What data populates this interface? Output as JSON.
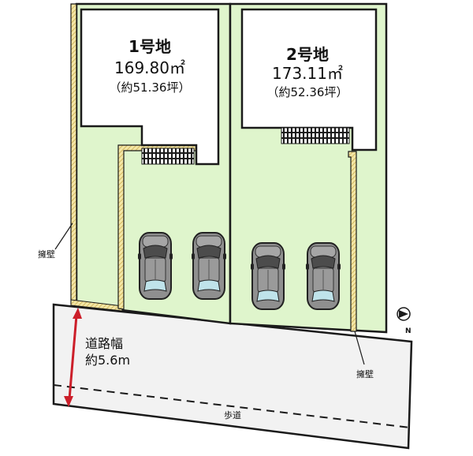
{
  "lots": [
    {
      "name": "1号地",
      "area": "169.80㎡",
      "tsubo": "（約51.36坪）"
    },
    {
      "name": "2号地",
      "area": "173.11㎡",
      "tsubo": "（約52.36坪）"
    }
  ],
  "labels": {
    "retaining_wall_left": "擁壁",
    "retaining_wall_right": "擁壁",
    "road_width_title": "道路幅",
    "road_width_value": "約5.6m",
    "sidewalk": "歩道",
    "north": "N"
  },
  "colors": {
    "lot_fill": "#e4f7d4",
    "lot_green": "#dff5cc",
    "road": "#f2f2f2",
    "wall_hatch": "#e8d890",
    "arrow": "#cc1f2a",
    "outline": "#1a1a1a"
  },
  "icons": [
    "car-icon",
    "north-arrow-icon"
  ]
}
